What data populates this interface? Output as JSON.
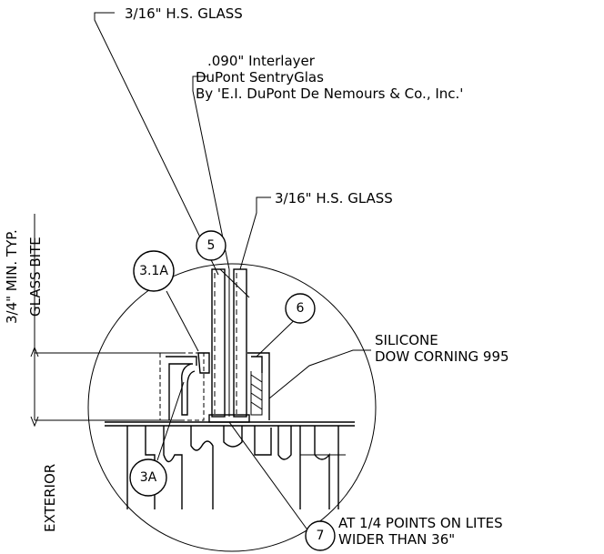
{
  "callouts": {
    "glass_top": "3/16\" H.S. GLASS",
    "interlayer_line1": ".090\" Interlayer",
    "interlayer_line2": "DuPont SentryGlas",
    "interlayer_line3": "By 'E.I. DuPont De Nemours & Co., Inc.'",
    "glass_inner": "3/16\" H.S. GLASS",
    "silicone_line1": "SILICONE",
    "silicone_line2": "DOW CORNING 995",
    "note_line1": "AT 1/4 POINTS ON LITES",
    "note_line2": "WIDER THAN 36\""
  },
  "dimensions": {
    "bite_value": "3/4\" MIN. TYP.",
    "bite_label": "GLASS BITE"
  },
  "side_label": "EXTERIOR",
  "references": {
    "r31a": "3.1A",
    "r5": "5",
    "r6": "6",
    "r3a": "3A",
    "r7": "7"
  }
}
